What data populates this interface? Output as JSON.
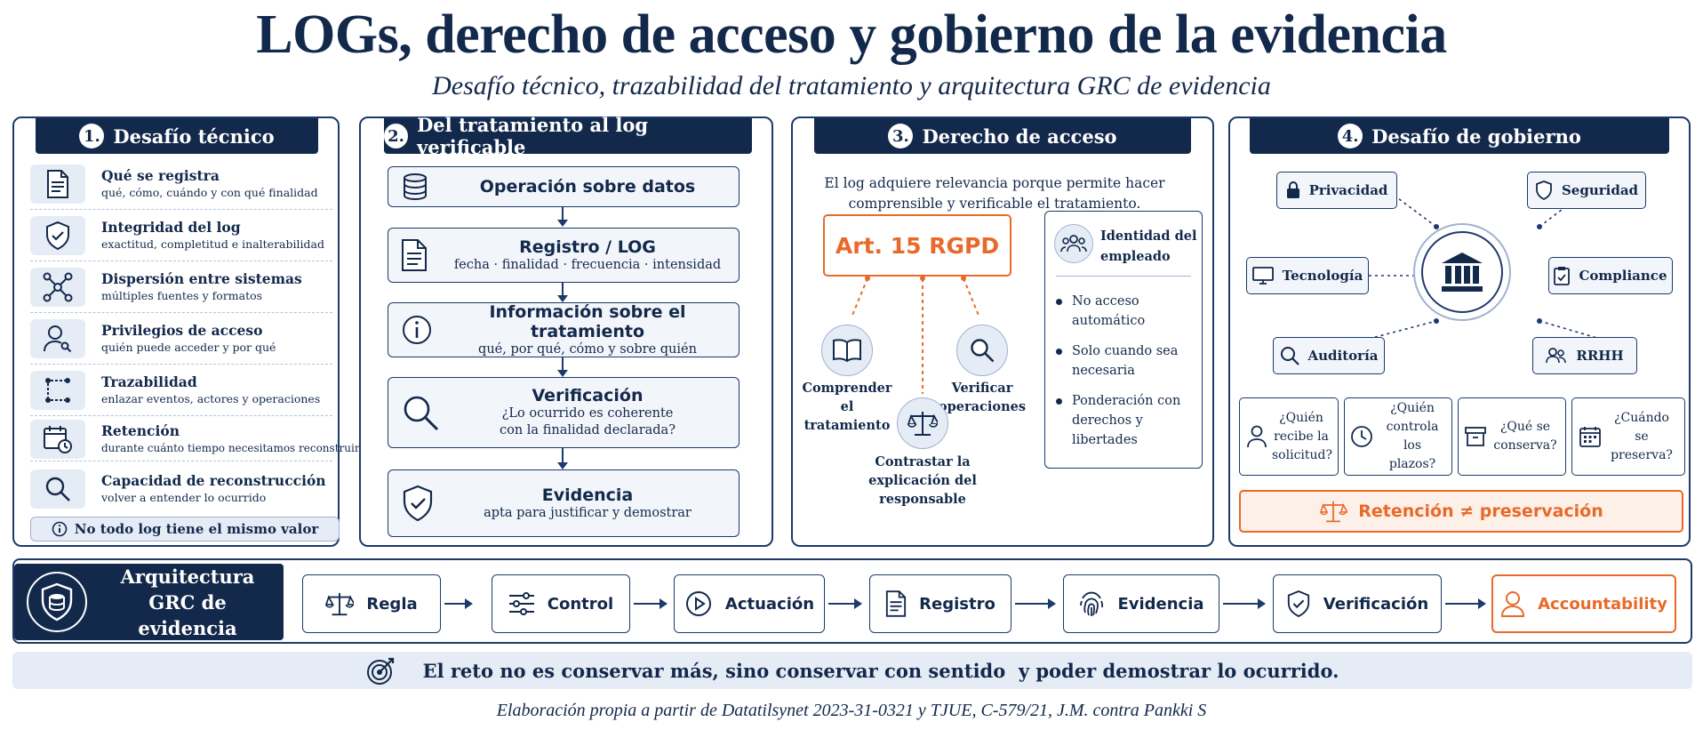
{
  "title": "LOGs, derecho de acceso y gobierno de la evidencia",
  "subtitle": "Desafío técnico, trazabilidad del tratamiento y arquitectura GRC de evidencia",
  "colors": {
    "navy": "#13294b",
    "orange": "#e86a2a",
    "light": "#e6ecf5"
  },
  "panel1": {
    "num": "1.",
    "title": "Desafío técnico",
    "items": [
      {
        "icon": "document-icon",
        "title": "Qué se registra",
        "desc": "qué, cómo, cuándo y con qué finalidad"
      },
      {
        "icon": "shield-check-icon",
        "title": "Integridad del log",
        "desc": "exactitud, completitud e inalterabilidad"
      },
      {
        "icon": "network-icon",
        "title": "Dispersión entre sistemas",
        "desc": "múltiples fuentes y formatos"
      },
      {
        "icon": "user-key-icon",
        "title": "Privilegios de acceso",
        "desc": "quién puede acceder y por qué"
      },
      {
        "icon": "trace-icon",
        "title": "Trazabilidad",
        "desc": "enlazar eventos, actores y operaciones"
      },
      {
        "icon": "calendar-clock-icon",
        "title": "Retención",
        "desc": "durante cuánto tiempo necesitamos reconstruir"
      },
      {
        "icon": "search-icon",
        "title": "Capacidad de reconstrucción",
        "desc": "volver a entender lo ocurrido"
      }
    ],
    "note": "No todo log tiene el mismo valor"
  },
  "panel2": {
    "num": "2.",
    "title": "Del tratamiento al log verificable",
    "steps": [
      {
        "icon": "database-icon",
        "title": "Operación sobre datos",
        "desc": ""
      },
      {
        "icon": "document-icon",
        "title": "Registro / LOG",
        "desc": "fecha · finalidad · frecuencia · intensidad"
      },
      {
        "icon": "info-icon",
        "title": "Información sobre el tratamiento",
        "desc": "qué, por qué, cómo y sobre quién"
      },
      {
        "icon": "search-icon",
        "title": "Verificación",
        "desc": "¿Lo ocurrido es coherente\ncon la finalidad declarada?"
      },
      {
        "icon": "shield-check-icon",
        "title": "Evidencia",
        "desc": "apta para justificar y demostrar"
      }
    ]
  },
  "panel3": {
    "num": "3.",
    "title": "Derecho de acceso",
    "intro": "El log adquiere relevancia porque permite hacer comprensible y verificable el tratamiento.",
    "article": "Art. 15 RGPD",
    "nodes": [
      {
        "icon": "book-icon",
        "label": "Comprender el tratamiento"
      },
      {
        "icon": "search-icon",
        "label": "Verificar operaciones"
      },
      {
        "icon": "scales-icon",
        "label": "Contrastar la explicación del responsable"
      }
    ],
    "identity": {
      "title": "Identidad del empleado",
      "items": [
        "No acceso automático",
        "Solo cuando sea necesaria",
        "Ponderación con derechos y libertades"
      ]
    }
  },
  "panel4": {
    "num": "4.",
    "title": "Desafío de gobierno",
    "hub_icon": "institution-icon",
    "stakeholders": [
      {
        "icon": "lock-icon",
        "label": "Privacidad"
      },
      {
        "icon": "shield-icon",
        "label": "Seguridad"
      },
      {
        "icon": "monitor-icon",
        "label": "Tecnología"
      },
      {
        "icon": "clipboard-check-icon",
        "label": "Compliance"
      },
      {
        "icon": "search-icon",
        "label": "Auditoría"
      },
      {
        "icon": "people-icon",
        "label": "RRHH"
      }
    ],
    "questions": [
      {
        "icon": "user-icon",
        "label": "¿Quién recibe la solicitud?"
      },
      {
        "icon": "clock-icon",
        "label": "¿Quién controla los plazos?"
      },
      {
        "icon": "archive-icon",
        "label": "¿Qué se conserva?"
      },
      {
        "icon": "calendar-icon",
        "label": "¿Cuándo se preserva?"
      }
    ],
    "retention": "Retención ≠ preservación"
  },
  "architecture": {
    "title": "Arquitectura GRC de evidencia",
    "steps": [
      {
        "icon": "scales-icon",
        "label": "Regla"
      },
      {
        "icon": "sliders-icon",
        "label": "Control"
      },
      {
        "icon": "play-icon",
        "label": "Actuación"
      },
      {
        "icon": "document-icon",
        "label": "Registro"
      },
      {
        "icon": "fingerprint-icon",
        "label": "Evidencia"
      },
      {
        "icon": "shield-check-icon",
        "label": "Verificación"
      },
      {
        "icon": "person-icon",
        "label": "Accountability"
      }
    ]
  },
  "banner": "El reto no es conservar más, sino conservar con sentido  y poder demostrar lo ocurrido.",
  "source": "Elaboración propia a partir de Datatilsynet 2023-31-0321 y TJUE, C-579/21, J.M. contra Pankki S"
}
